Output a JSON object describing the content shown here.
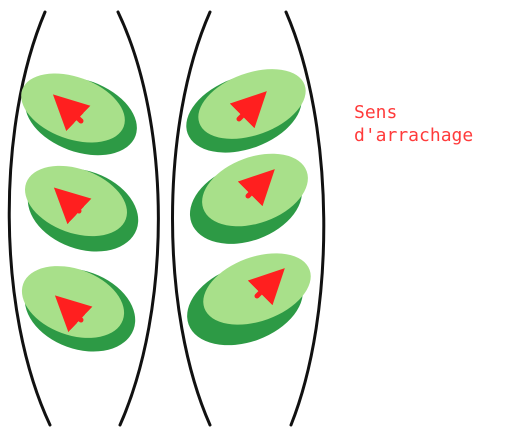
{
  "caption": {
    "line1": "Sens",
    "line2": "d'arrachage"
  },
  "colors": {
    "background": "#ffffff",
    "outline": "#111111",
    "leaf_dark": "#2d9a45",
    "leaf_light": "#a8e08a",
    "arrow": "#ff1f1f",
    "caption": "#ff3b3b"
  },
  "columns": [
    {
      "leaves": [
        {
          "arrow_direction": "up-left"
        },
        {
          "arrow_direction": "up-left"
        },
        {
          "arrow_direction": "up-left"
        }
      ]
    },
    {
      "leaves": [
        {
          "arrow_direction": "up-right"
        },
        {
          "arrow_direction": "up-right"
        },
        {
          "arrow_direction": "up-right"
        }
      ]
    }
  ]
}
